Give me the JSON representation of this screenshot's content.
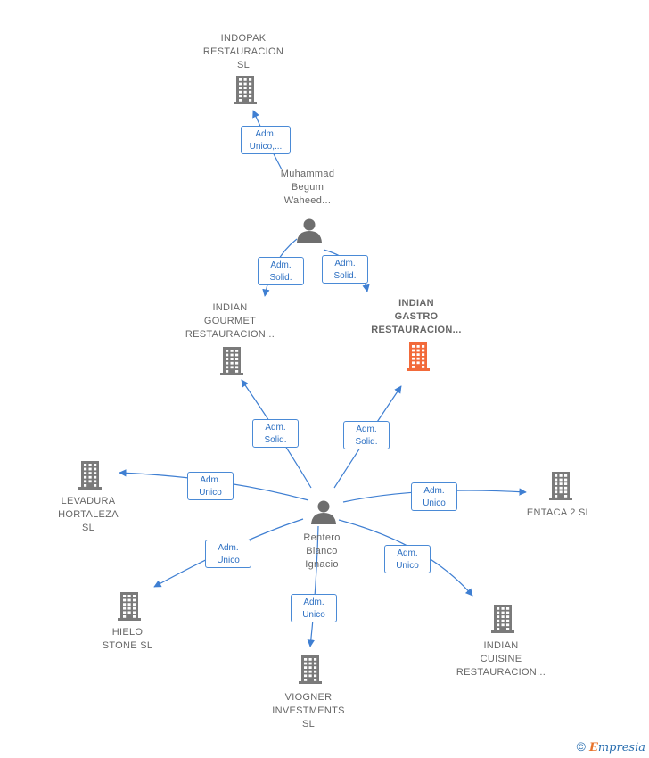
{
  "colors": {
    "edge": "#3f7fd2",
    "company": "#7a7a7a",
    "highlight_company": "#f26a3a",
    "person": "#6e6e6e",
    "label_border": "#4a8ad6",
    "label_text": "#2c6fc2"
  },
  "nodes": [
    {
      "id": "indopak",
      "type": "company",
      "lines": [
        "INDOPAK",
        "RESTAURACION",
        "SL"
      ]
    },
    {
      "id": "muhammad",
      "type": "person",
      "lines": [
        "Muhammad",
        "Begum",
        "Waheed..."
      ]
    },
    {
      "id": "indian_gourmet",
      "type": "company",
      "lines": [
        "INDIAN",
        "GOURMET",
        "RESTAURACION..."
      ]
    },
    {
      "id": "indian_gastro",
      "type": "company",
      "highlight": true,
      "lines": [
        "INDIAN",
        "GASTRO",
        "RESTAURACION..."
      ]
    },
    {
      "id": "rentero",
      "type": "person",
      "lines": [
        "Rentero",
        "Blanco",
        "Ignacio"
      ]
    },
    {
      "id": "levadura",
      "type": "company",
      "lines": [
        "LEVADURA",
        "HORTALEZA",
        "SL"
      ]
    },
    {
      "id": "entaca",
      "type": "company",
      "lines": [
        "ENTACA 2  SL"
      ]
    },
    {
      "id": "hielo",
      "type": "company",
      "lines": [
        "HIELO",
        "STONE  SL"
      ]
    },
    {
      "id": "indian_cuisine",
      "type": "company",
      "lines": [
        "INDIAN",
        "CUISINE",
        "RESTAURACION..."
      ]
    },
    {
      "id": "viogner",
      "type": "company",
      "lines": [
        "VIOGNER",
        "INVESTMENTS",
        "SL"
      ]
    }
  ],
  "edges": [
    {
      "from": "muhammad",
      "to": "indopak",
      "label": [
        "Adm.",
        "Unico,..."
      ]
    },
    {
      "from": "muhammad",
      "to": "indian_gourmet",
      "label": [
        "Adm.",
        "Solid."
      ]
    },
    {
      "from": "muhammad",
      "to": "indian_gastro",
      "label": [
        "Adm.",
        "Solid."
      ]
    },
    {
      "from": "rentero",
      "to": "indian_gourmet",
      "label": [
        "Adm.",
        "Solid."
      ]
    },
    {
      "from": "rentero",
      "to": "indian_gastro",
      "label": [
        "Adm.",
        "Solid."
      ]
    },
    {
      "from": "rentero",
      "to": "levadura",
      "label": [
        "Adm.",
        "Unico"
      ]
    },
    {
      "from": "rentero",
      "to": "entaca",
      "label": [
        "Adm.",
        "Unico"
      ]
    },
    {
      "from": "rentero",
      "to": "hielo",
      "label": [
        "Adm.",
        "Unico"
      ]
    },
    {
      "from": "rentero",
      "to": "indian_cuisine",
      "label": [
        "Adm.",
        "Unico"
      ]
    },
    {
      "from": "rentero",
      "to": "viogner",
      "label": [
        "Adm.",
        "Unico"
      ]
    }
  ],
  "footer": {
    "copyright": "©",
    "brand_first": "E",
    "brand_rest": "mpresia"
  }
}
